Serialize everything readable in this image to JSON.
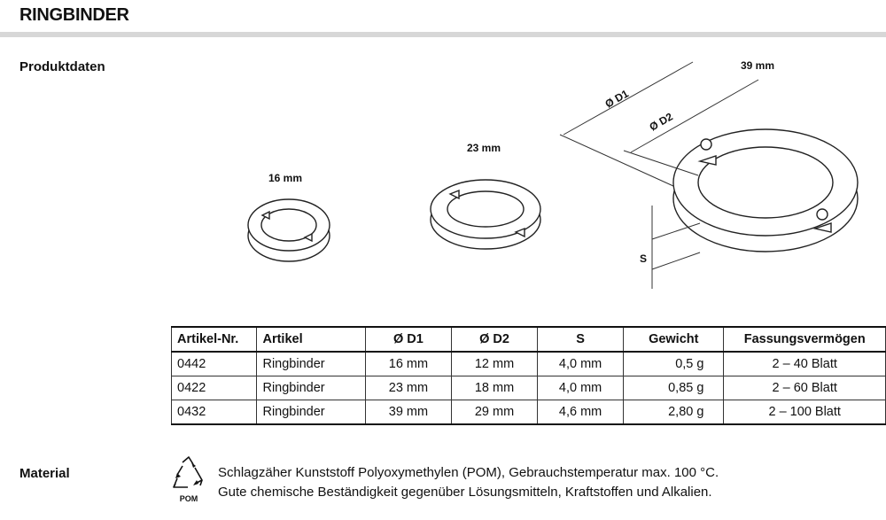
{
  "header": {
    "title": "RINGBINDER"
  },
  "sections": {
    "product_data": "Produktdaten",
    "material": "Material"
  },
  "drawing": {
    "small_ring_label": "16 mm",
    "medium_ring_label": "23 mm",
    "large_ring_label": "39 mm",
    "d1_label": "Ø D1",
    "d2_label": "Ø D2",
    "s_label": "S"
  },
  "table": {
    "headers": [
      "Artikel-Nr.",
      "Artikel",
      "Ø D1",
      "Ø D2",
      "S",
      "Gewicht",
      "Fassungsvermögen"
    ],
    "rows": [
      [
        "0442",
        "Ringbinder",
        "16 mm",
        "12 mm",
        "4,0 mm",
        "0,5 g",
        "2 – 40 Blatt"
      ],
      [
        "0422",
        "Ringbinder",
        "23 mm",
        "18 mm",
        "4,0 mm",
        "0,85 g",
        "2 – 60 Blatt"
      ],
      [
        "0432",
        "Ringbinder",
        "39 mm",
        "29 mm",
        "4,6 mm",
        "2,80 g",
        "2 – 100 Blatt"
      ]
    ]
  },
  "material": {
    "recycle_code": "POM",
    "line1": "Schlagzäher Kunststoff Polyoxymethylen (POM), Gebrauchstemperatur max. 100 °C.",
    "line2": "Gute chemische Beständigkeit gegenüber Lösungsmitteln, Kraftstoffen und Alkalien."
  }
}
